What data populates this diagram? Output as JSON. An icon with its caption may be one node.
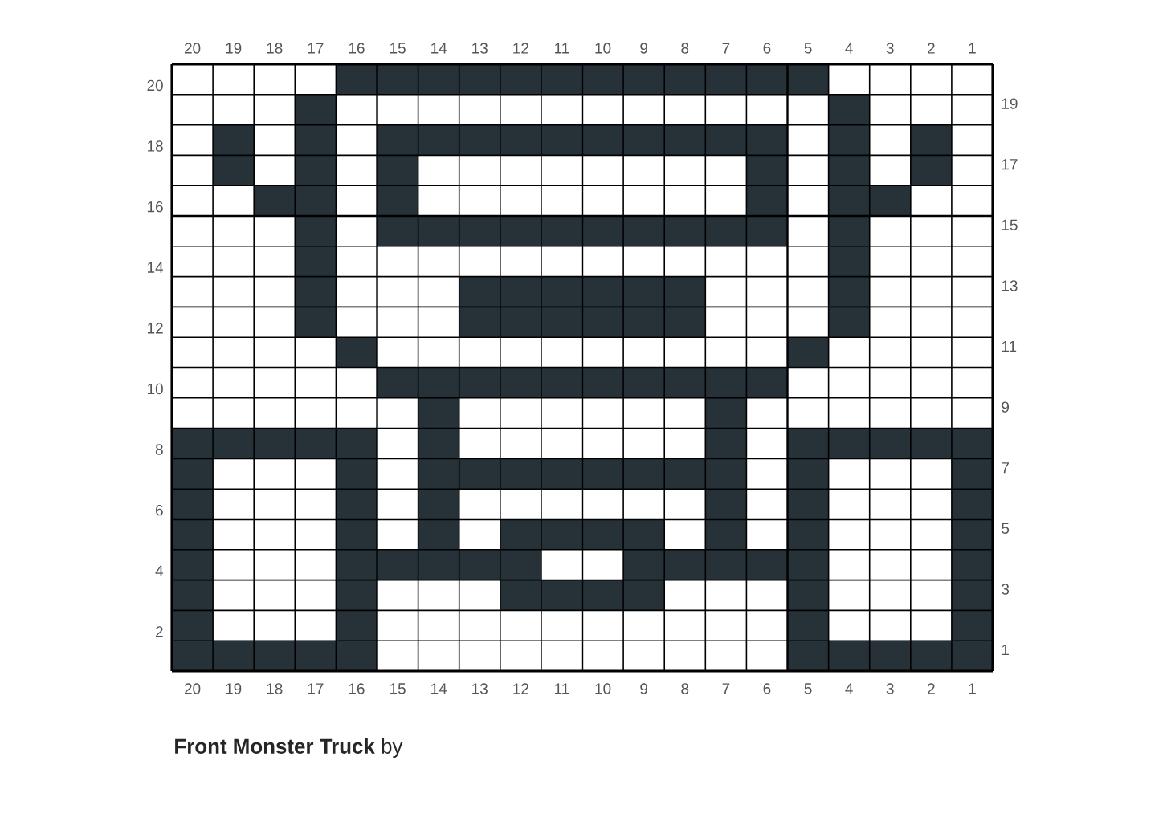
{
  "diagram": {
    "title": "**Front Monster Truck** by",
    "labels": [
      "20",
      "19",
      "18",
      "17",
      "16",
      "15",
      "14",
      "13",
      "12",
      "11",
      "10",
      "9",
      "8",
      "7",
      "6",
      "5",
      "4",
      "3",
      "2",
      "1",
      "20",
      "19",
      "18",
      "17",
      "16",
      "15",
      "14",
      "13",
      "12",
      "11",
      "10",
      "9",
      "8",
      "7",
      "6",
      "5",
      "4",
      "3",
      "2",
      "1",
      "20",
      "19",
      "18",
      "17",
      "16",
      "15",
      "14",
      "13",
      "12",
      "11",
      "10",
      "9",
      "8",
      "7",
      "6",
      "5",
      "4",
      "3",
      "2",
      "1"
    ]
  }
}
